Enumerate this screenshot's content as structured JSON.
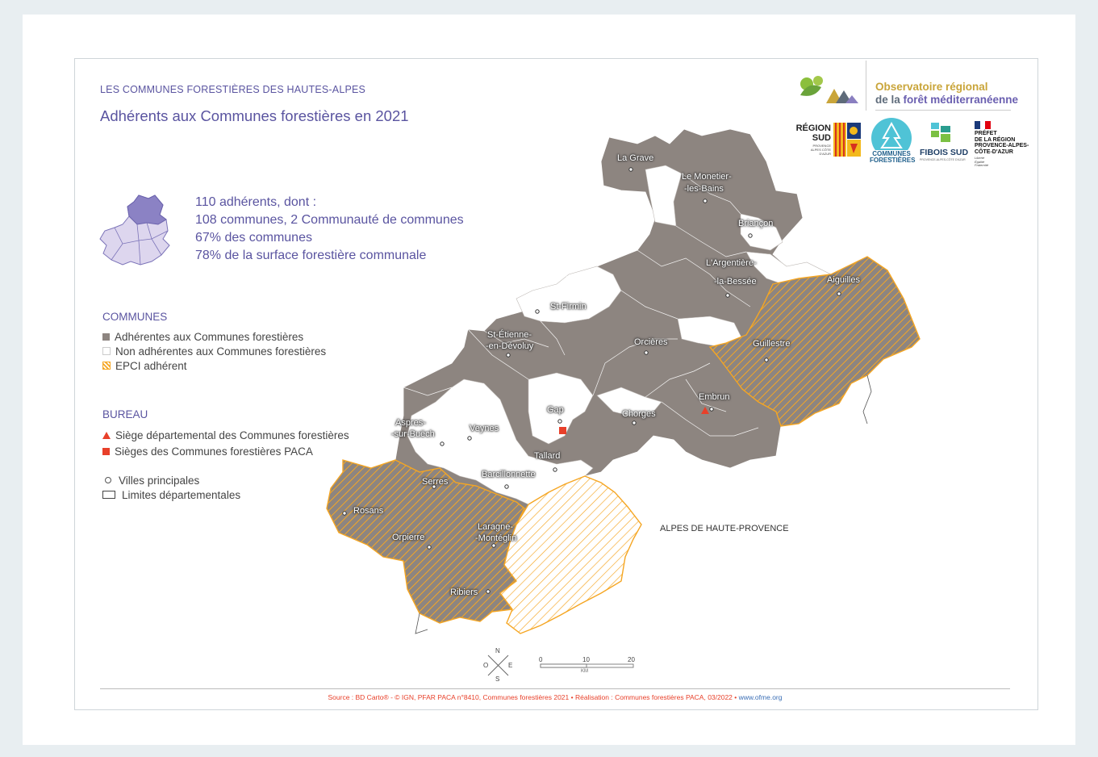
{
  "header": {
    "supertitle": "LES COMMUNES FORESTIÈRES DES HAUTES-ALPES",
    "title": "Adhérents aux Communes forestières en 2021"
  },
  "stats": {
    "line1": "110 adhérents, dont :",
    "line2": "108 communes, 2 Communauté de communes",
    "line3": "67% des communes",
    "line4": "78% de la surface forestière communale"
  },
  "legend": {
    "communes_title": "COMMUNES",
    "adherentes": "Adhérentes aux Communes forestières",
    "non_adherentes": "Non adhérentes aux Communes forestières",
    "epci": "EPCI adhérent",
    "bureau_title": "BUREAU",
    "siege_dep": "Siège départemental des Communes forestières",
    "sieges_paca": "Sièges des Communes forestières PACA",
    "villes": "Villes principales",
    "limites": "Limites départementales"
  },
  "map": {
    "neighbor_label": "ALPES DE HAUTE-PROVENCE",
    "cities": [
      {
        "name": "La Grave"
      },
      {
        "name": "Le Monetier-"
      },
      {
        "name": "-les-Bains"
      },
      {
        "name": "Briançon"
      },
      {
        "name": "L'Argentière-"
      },
      {
        "name": "-la-Bessée"
      },
      {
        "name": "Aiguilles"
      },
      {
        "name": "St-Firmin"
      },
      {
        "name": "St-Étienne-"
      },
      {
        "name": "-en-Dévoluy"
      },
      {
        "name": "Orcières"
      },
      {
        "name": "Guillestre"
      },
      {
        "name": "Embrun"
      },
      {
        "name": "Gap"
      },
      {
        "name": "Chorges"
      },
      {
        "name": "Aspres-"
      },
      {
        "name": "-sur-Buëch"
      },
      {
        "name": "Veynes"
      },
      {
        "name": "Tallard"
      },
      {
        "name": "Barcillonnette"
      },
      {
        "name": "Serres"
      },
      {
        "name": "Rosans"
      },
      {
        "name": "Laragne-"
      },
      {
        "name": "-Montéglin"
      },
      {
        "name": "Orpierre"
      },
      {
        "name": "Ribiers"
      }
    ],
    "scale": {
      "ticks": [
        "0",
        "10",
        "20"
      ],
      "unit": "KM"
    },
    "compass": {
      "n": "N",
      "e": "E",
      "s": "S",
      "o": "O"
    }
  },
  "logos": {
    "observatoire_line1": "Observatoire régional",
    "observatoire_line2a": "de la ",
    "observatoire_line2b": "forêt méditerranéenne",
    "region_line1": "RÉGION",
    "region_line2": "SUD",
    "region_sub": "PROVENCE ALPES CÔTE D'AZUR",
    "cofor_line1": "COMMUNES",
    "cofor_line2": "FORESTIÈRES",
    "fibois": "FIBOIS SUD",
    "fibois_sub": "PROVENCE-ALPES-CÔTE D'AZUR",
    "prefet_line1": "PRÉFET",
    "prefet_line2": "DE LA RÉGION",
    "prefet_line3": "PROVENCE-ALPES-",
    "prefet_line4": "CÔTE-D'AZUR",
    "prefet_motto1": "Liberté",
    "prefet_motto2": "Égalité",
    "prefet_motto3": "Fraternité"
  },
  "footer": {
    "source": "Source : BD Carto® - © IGN, PFAR PACA n°8410, Communes forestières 2021 • Réalisation : Communes forestières PACA, 03/2022 • ",
    "url": "www.ofme.org"
  },
  "colors": {
    "adherent": "#8d8580",
    "epci": "#f5a623",
    "accent": "#5a54a0",
    "bureau": "#e8402a"
  }
}
